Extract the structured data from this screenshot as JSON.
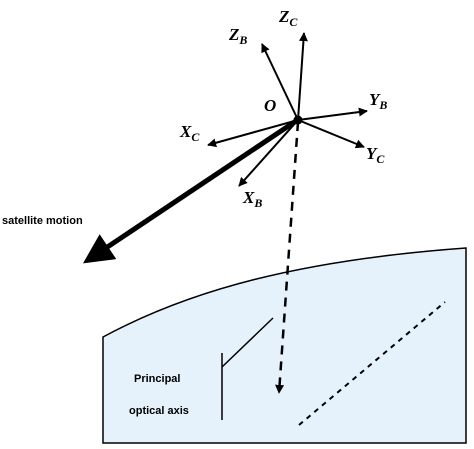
{
  "labels": {
    "origin": "O",
    "zc": {
      "main": "Z",
      "sub": "C"
    },
    "zb": {
      "main": "Z",
      "sub": "B"
    },
    "yb": {
      "main": "Y",
      "sub": "B"
    },
    "yc": {
      "main": "Y",
      "sub": "C"
    },
    "xc": {
      "main": "X",
      "sub": "C"
    },
    "xb": {
      "main": "X",
      "sub": "B"
    },
    "satellite_motion": "satellite motion",
    "principal_line1": "Principal",
    "principal_line2": "optical axis"
  },
  "colors": {
    "ground_fill": "#e6f2fb",
    "stroke": "#000000"
  }
}
